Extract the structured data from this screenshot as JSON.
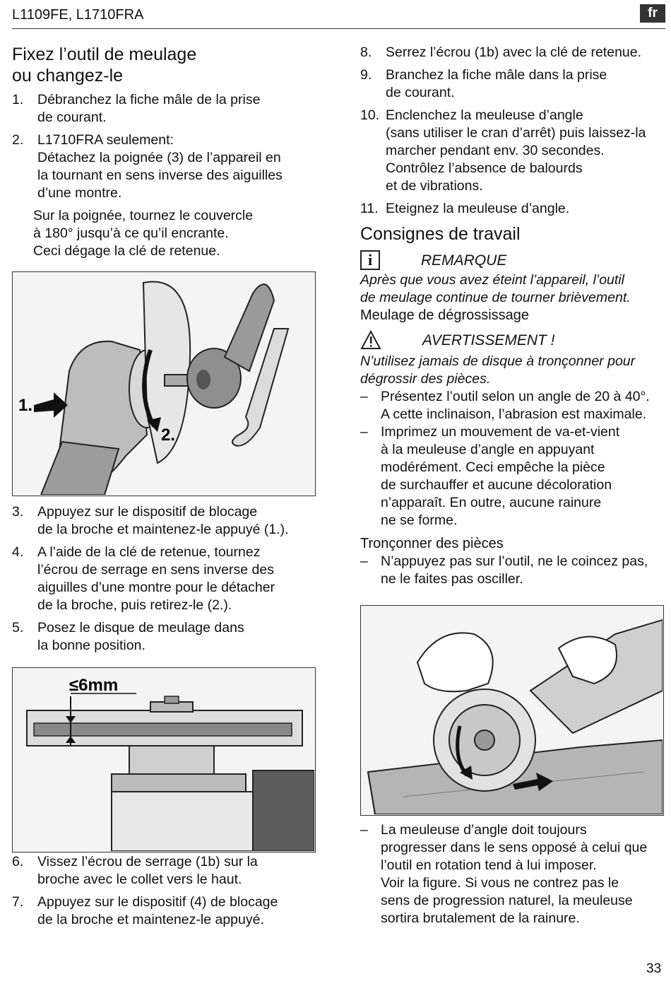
{
  "header": {
    "models": "L1109FE, L1710FRA",
    "lang": "fr",
    "page": "33"
  },
  "left": {
    "title_line1": "Fixez l’outil de meulage",
    "title_line2": "ou changez-le",
    "steps": [
      {
        "n": "1.",
        "lines": [
          "Débranchez la fiche mâle de la prise",
          "de courant."
        ]
      },
      {
        "n": "2.",
        "lines": [
          "L1710FRA seulement:",
          "Détachez la poignée (3) de l’appareil en",
          "la tournant en sens inverse des aiguilles",
          "d’une montre."
        ]
      }
    ],
    "step2_extra": [
      "Sur la poignée, tournez le couvercle",
      "à 180° jusqu’à ce qu’il encrante.",
      "Ceci dégage la clé de retenue."
    ],
    "fig1": {
      "label1": "1.",
      "label2": "2."
    },
    "steps_b": [
      {
        "n": "3.",
        "lines": [
          "Appuyez sur le dispositif de blocage",
          "de la broche et maintenez-le appuyé (1.)."
        ]
      },
      {
        "n": "4.",
        "lines": [
          "A l’aide de la clé de retenue, tournez",
          "l’écrou de serrage en sens inverse des",
          "aiguilles d’une montre pour le détacher",
          "de la broche, puis retirez-le (2.)."
        ]
      },
      {
        "n": "5.",
        "lines": [
          "Posez le disque de meulage dans",
          "la bonne position."
        ]
      }
    ],
    "fig2": {
      "label": "≤6mm"
    },
    "steps_c": [
      {
        "n": "6.",
        "lines": [
          "Vissez l’écrou de serrage (1b) sur la",
          "broche avec le collet vers le haut."
        ]
      },
      {
        "n": "7.",
        "lines": [
          "Appuyez sur le dispositif (4) de blocage",
          "de la broche et maintenez-le appuyé."
        ]
      }
    ]
  },
  "right": {
    "steps": [
      {
        "n": "8.",
        "lines": [
          "Serrez l’écrou (1b) avec la clé de retenue."
        ]
      },
      {
        "n": "9.",
        "lines": [
          "Branchez la fiche mâle dans la prise",
          "de courant."
        ]
      },
      {
        "n": "10.",
        "lines": [
          "Enclenchez la meuleuse d’angle",
          "(sans utiliser le cran d’arrêt) puis laissez-la",
          "marcher pendant env. 30 secondes.",
          "Contrôlez l’absence de balourds",
          "et de vibrations."
        ]
      },
      {
        "n": "11.",
        "lines": [
          "Eteignez la meuleuse d’angle."
        ]
      }
    ],
    "section_title": "Consignes de travail",
    "note": {
      "icon": "i",
      "title": "REMARQUE",
      "lines": [
        "Après que vous avez éteint l’appareil, l’outil",
        "de meulage continue de tourner brièvement."
      ]
    },
    "sub1": "Meulage de dégrossissage",
    "warning": {
      "title": "AVERTISSEMENT !",
      "lines": [
        "N’utilisez jamais de disque à tronçonner pour",
        "dégrossir des pièces."
      ]
    },
    "bullets1": [
      {
        "lines": [
          "Présentez l’outil selon un angle de 20 à 40°.",
          "A cette inclinaison, l’abrasion est maximale."
        ]
      },
      {
        "lines": [
          "Imprimez un mouvement de va-et-vient",
          "à la meuleuse d’angle en appuyant",
          "modérément. Ceci empêche la pièce",
          "de surchauffer et aucune décoloration",
          "n’apparaît. En outre, aucune rainure",
          "ne se forme."
        ]
      }
    ],
    "sub2": "Tronçonner des pièces",
    "bullets2": [
      {
        "lines": [
          "N’appuyez pas sur l’outil, ne le coincez pas,",
          "ne le faites pas osciller."
        ]
      }
    ],
    "bullets3": [
      {
        "lines": [
          "La meuleuse d’angle doit toujours",
          "progresser dans le sens opposé à celui que",
          "l’outil en rotation tend à lui imposer.",
          "Voir la figure. Si vous ne contrez pas le",
          "sens de progression naturel, la meuleuse",
          "sortira brutalement de la rainure."
        ]
      }
    ]
  }
}
